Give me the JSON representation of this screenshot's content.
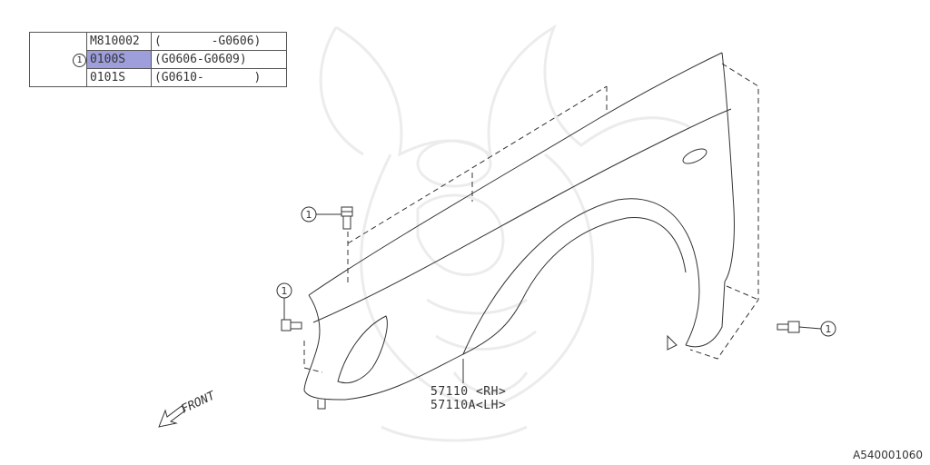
{
  "parts_table": {
    "ref": "1",
    "rows": [
      {
        "part": "M810002",
        "range": "(       -G0606)",
        "highlight": false
      },
      {
        "part": "0100S",
        "range": "(G0606-G0609)",
        "highlight": true
      },
      {
        "part": "0101S",
        "range": "(G0610-       )",
        "highlight": false
      }
    ]
  },
  "callouts": [
    "1",
    "1",
    "1"
  ],
  "part_labels": {
    "rh": "57110 <RH>",
    "lh": "57110A<LH>"
  },
  "front_label": "FRONT",
  "diagram_code": "A540001060"
}
